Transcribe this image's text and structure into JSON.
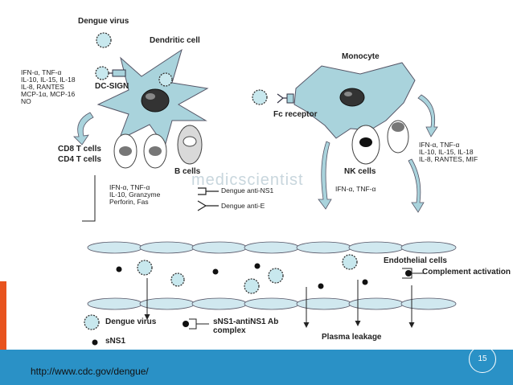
{
  "colors": {
    "cell_fill": "#a9d3dc",
    "virus_fill": "#c8e8ee",
    "footer_bar": "#2a91c6",
    "accent": "#e8531e"
  },
  "labels": {
    "dengue_virus_top": "Dengue virus",
    "dendritic_cell": "Dendritic cell",
    "cytokines_dc": "IFN-α, TNF-α\nIL-10, IL-15, IL-18\nIL-8, RANTES\nMCP-1α, MCP-16\nNO",
    "dc_sign": "DC-SIGN",
    "cd8_t_cells": "CD8 T cells",
    "cd4_t_cells": "CD4 T cells",
    "b_cells": "B cells",
    "cytokines_t": "IFN-α, TNF-α\nIL-10, Granzyme\nPerforin, Fas",
    "dengue_anti_ns1": "Dengue anti-NS1",
    "dengue_anti_e": "Dengue anti-E",
    "monocyte": "Monocyte",
    "fc_receptor": "Fc receptor",
    "cytokines_mono": "IFN-α, TNF-α\nIL-10, IL-15, IL-18\nIL-8, RANTES, MIF",
    "nk_cells": "NK cells",
    "cytokines_nk": "IFN-α, TNF-α",
    "endothelial_cells": "Endothelial cells",
    "complement_activation": "Complement activation",
    "legend_dengue_virus": "Dengue virus",
    "legend_sns1": "sNS1",
    "sns1_complex": "sNS1-antiNS1 Ab\ncomplex",
    "plasma_leakage": "Plasma leakage"
  },
  "watermark": "medicscientist",
  "footer": {
    "link": "http://www.cdc.gov/dengue/",
    "slide_number": "15"
  }
}
